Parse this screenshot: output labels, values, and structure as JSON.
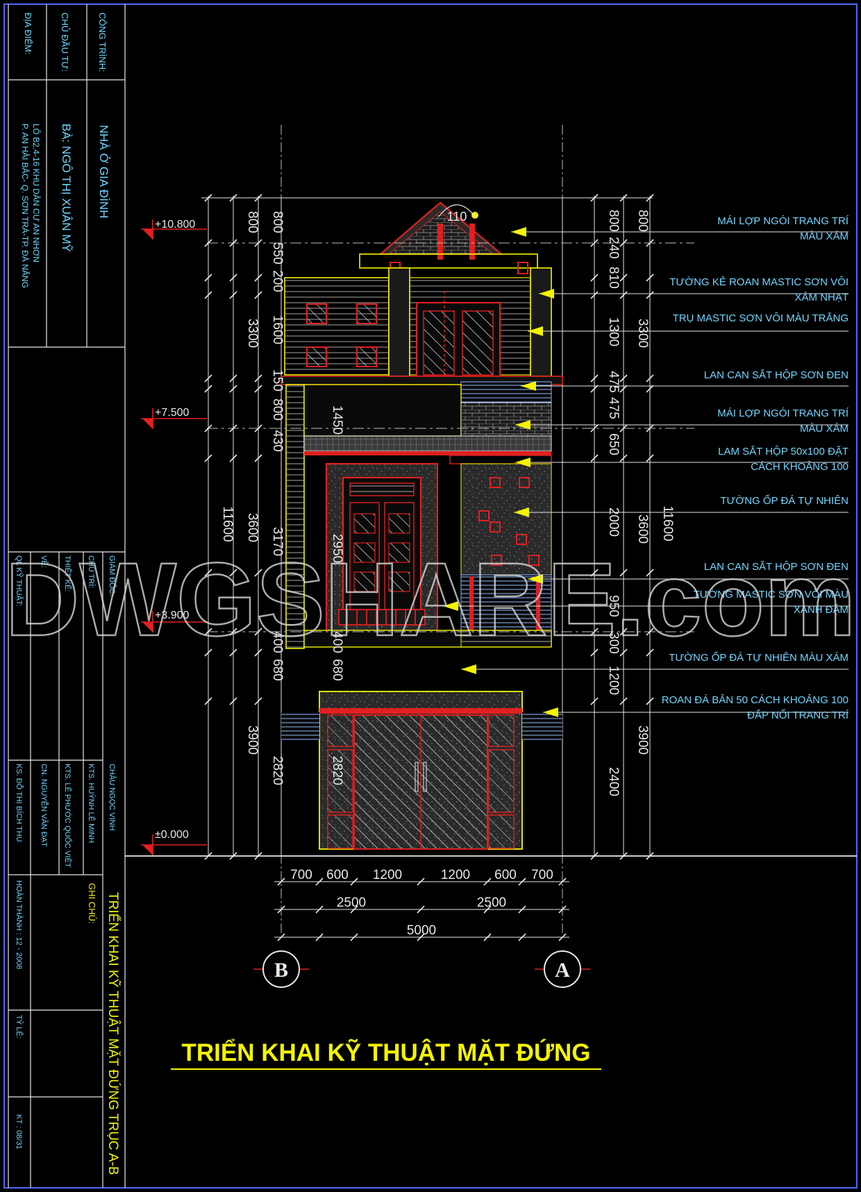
{
  "title_block": {
    "project_label": "CÔNG TRÌNH:",
    "project_name": "NHÀ Ở GIA ĐÌNH",
    "owner_label": "CHỦ ĐẦU TƯ:",
    "owner_name": "BÀ: NGÔ THỊ XUÂN MỸ",
    "location_label": "ĐỊA ĐIỂM:",
    "location_line1": "LÔ B2.4-16 KHU DÂN CƯ AN NHƠN",
    "location_line2": "P. AN HẢI BẮC- Q. SƠN TRÀ-TP. ĐÀ NẴNG",
    "director_label": "GIÁM ĐỐC:",
    "director_name": "CHÂU NGỌC VINH",
    "lead_label": "CHỦ TRÌ:",
    "lead_name": "KTS. HUỲNH LÊ MINH",
    "designer_label": "THIẾT KẾ:",
    "designer_name": "KTS. LÊ PHƯỚC QUỐC VIỆT",
    "drafter_label": "VẼ:",
    "drafter_name": "CN. NGUYỄN VĂN ĐẠT",
    "qc_label": "QL KỸ THUẬT:",
    "qc_name": "KS. ĐỖ THỊ BÍCH THU",
    "sheet_title": "TRIỂN KHAI KỸ THUẬT MẶT ĐỨNG TRỤC A-B",
    "notes_label": "GHI CHÚ:",
    "completed": "HOÀN THÀNH : 12 - 2008",
    "scale_label": "TỶ LỆ:",
    "sheet_no": "KT : 08/31"
  },
  "drawing_title": "TRIỂN KHAI KỸ THUẬT MẶT ĐỨNG",
  "watermark": "DWGSHARE.com",
  "levels": [
    "+10.800",
    "+7.500",
    "+3.900",
    "±0.000"
  ],
  "dims_left_outer": [
    "11600"
  ],
  "dims_left_mid": [
    "800",
    "3300",
    "3600",
    "3900"
  ],
  "dims_left_inner": [
    "800",
    "550",
    "200",
    "1600",
    "150",
    "800",
    "430",
    "3170",
    "400",
    "680",
    "2820"
  ],
  "dims_inside": [
    "1450",
    "2950",
    "400",
    "680",
    "2820"
  ],
  "dims_right_inner": [
    "800",
    "240",
    "810",
    "1300",
    "475",
    "475",
    "650",
    "2000",
    "950",
    "300",
    "1200",
    "2400"
  ],
  "dims_right_mid": [
    "800",
    "3300",
    "3600",
    "3900"
  ],
  "dims_right_outer": [
    "11600"
  ],
  "dims_bottom_row1": [
    "700",
    "600",
    "1200",
    "1200",
    "600",
    "700"
  ],
  "dims_bottom_row2": [
    "2500",
    "2500"
  ],
  "dims_bottom_row3": [
    "5000"
  ],
  "ridge_label": "110",
  "grid_axes": [
    "B",
    "A"
  ],
  "annotations": [
    {
      "l1": "MÁI LỢP NGÓI TRANG TRÍ",
      "l2": "MÀU XÁM"
    },
    {
      "l1": "TƯỜNG KẺ ROAN MASTIC SƠN VÔI",
      "l2": "XÁM NHẠT"
    },
    {
      "l1": "TRỤ MASTIC SƠN VÔI MÀU TRẮNG",
      "l2": ""
    },
    {
      "l1": "LAN CAN SẮT HỘP SƠN ĐEN",
      "l2": ""
    },
    {
      "l1": "MÁI LỢP NGÓI TRANG TRÍ",
      "l2": "MÀU XÁM"
    },
    {
      "l1": "LAM SẮT HỘP 50x100 ĐẶT",
      "l2": "CÁCH KHOẢNG 100"
    },
    {
      "l1": "TƯỜNG ỐP ĐÁ TỰ NHIÊN",
      "l2": ""
    },
    {
      "l1": "LAN CAN SẮT HỘP SƠN ĐEN",
      "l2": ""
    },
    {
      "l1": "TƯỜNG MASTIC SƠN VÔI MÀU",
      "l2": "XANH ĐẬM"
    },
    {
      "l1": "TƯỜNG ỐP ĐÁ TỰ NHIÊN MÀU XÁM",
      "l2": ""
    },
    {
      "l1": "ROAN ĐÁ BẢN 50 CÁCH KHOẢNG 100",
      "l2": "ĐẮP NỔI TRANG TRÍ"
    }
  ],
  "colors": {
    "background": "#000000",
    "frame": "#4a68ff",
    "cyan": "#6fd6ff",
    "yellow": "#f4f400",
    "red": "#e02020",
    "white": "#e8e8e8",
    "gray": "#a0a0a0"
  }
}
